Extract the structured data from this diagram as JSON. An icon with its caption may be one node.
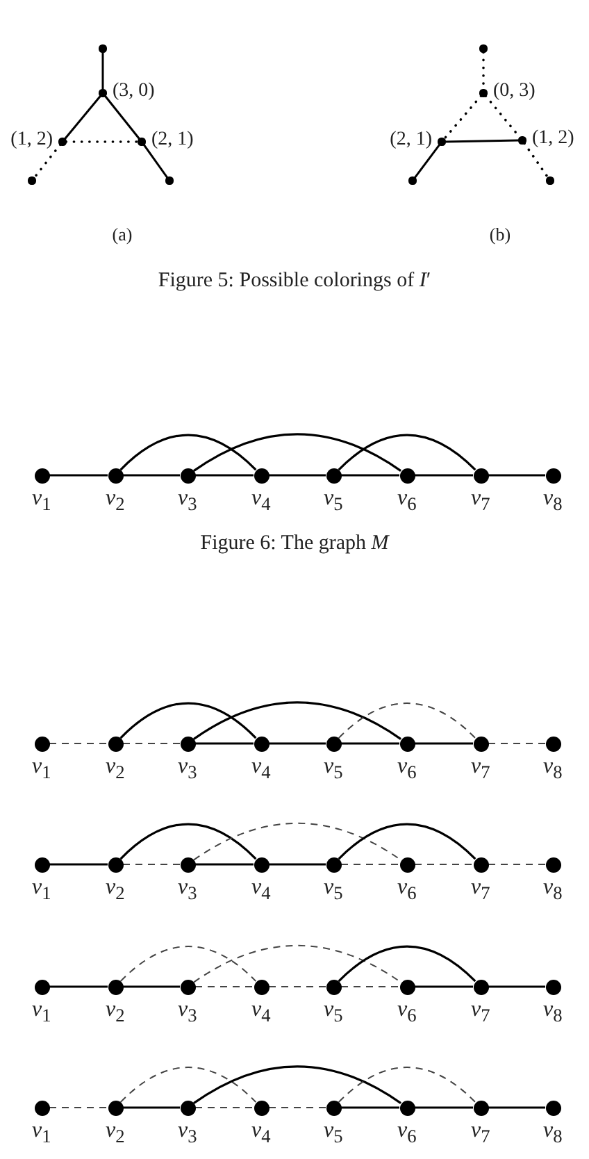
{
  "diagram": {
    "nodes": [
      {
        "text": [],
        "shape": "circle"
      },
      {
        "text": [],
        "shape": "circle",
        "beside": [
          "(3, 0)"
        ]
      },
      {
        "text": [],
        "shape": "circle",
        "beside": [
          "(1, 2)"
        ]
      },
      {
        "text": [],
        "shape": "circle",
        "beside": [
          "(2, 1)"
        ]
      },
      {
        "text": [],
        "shape": "circle"
      },
      {
        "text": [],
        "shape": "circle"
      },
      {
        "text": [],
        "shape": "circle"
      },
      {
        "text": [],
        "shape": "circle",
        "beside": [
          "(0, 3)"
        ]
      },
      {
        "text": [],
        "shape": "circle",
        "beside": [
          "(2, 1)"
        ]
      },
      {
        "text": [],
        "shape": "circle",
        "beside": [
          "(1, 2)"
        ]
      },
      {
        "text": [],
        "shape": "circle"
      },
      {
        "text": [],
        "shape": "circle"
      },
      {
        "text": [],
        "shape": "circle",
        "beside": [
          "*v*$_{1}$"
        ]
      },
      {
        "text": [],
        "shape": "circle",
        "beside": [
          "*v*$_{2}$"
        ]
      },
      {
        "text": [],
        "shape": "circle",
        "beside": [
          "*v*$_{3}$"
        ]
      },
      {
        "text": [],
        "shape": "circle",
        "beside": [
          "*v*$_{4}$"
        ]
      },
      {
        "text": [],
        "shape": "circle",
        "beside": [
          "*v*$_{5}$"
        ]
      },
      {
        "text": [],
        "shape": "circle",
        "beside": [
          "*v*$_{6}$"
        ]
      },
      {
        "text": [],
        "shape": "circle",
        "beside": [
          "*v*$_{7}$"
        ]
      },
      {
        "text": [],
        "shape": "circle",
        "beside": [
          "*v*$_{8}$"
        ]
      },
      {
        "text": [],
        "shape": "circle",
        "beside": [
          "*v*$_{1}$"
        ]
      },
      {
        "text": [],
        "shape": "circle",
        "beside": [
          "*v*$_{2}$"
        ]
      },
      {
        "text": [],
        "shape": "circle",
        "beside": [
          "*v*$_{3}$"
        ]
      },
      {
        "text": [],
        "shape": "circle",
        "beside": [
          "*v*$_{4}$"
        ]
      },
      {
        "text": [],
        "shape": "circle",
        "beside": [
          "*v*$_{5}$"
        ]
      },
      {
        "text": [],
        "shape": "circle",
        "beside": [
          "*v*$_{6}$"
        ]
      },
      {
        "text": [],
        "shape": "circle",
        "beside": [
          "*v*$_{7}$"
        ]
      },
      {
        "text": [],
        "shape": "circle",
        "beside": [
          "*v*$_{8}$"
        ]
      },
      {
        "text": [],
        "shape": "circle",
        "beside": [
          "*v*$_{1}$"
        ]
      },
      {
        "text": [],
        "shape": "circle",
        "beside": [
          "*v*$_{2}$"
        ]
      },
      {
        "text": [],
        "shape": "circle",
        "beside": [
          "*v*$_{3}$"
        ]
      },
      {
        "text": [],
        "shape": "circle",
        "beside": [
          "*v*$_{4}$"
        ]
      },
      {
        "text": [],
        "shape": "circle",
        "beside": [
          "*v*$_{5}$"
        ]
      },
      {
        "text": [],
        "shape": "circle",
        "beside": [
          "*v*$_{6}$"
        ]
      },
      {
        "text": [],
        "shape": "circle",
        "beside": [
          "*v*$_{7}$"
        ]
      },
      {
        "text": [],
        "shape": "circle",
        "beside": [
          "*v*$_{8}$"
        ]
      },
      {
        "text": [],
        "shape": "circle",
        "beside": [
          "*v*$_{1}$"
        ]
      },
      {
        "text": [],
        "shape": "circle",
        "beside": [
          "*v*$_{2}$"
        ]
      },
      {
        "text": [],
        "shape": "circle",
        "beside": [
          "*v*$_{3}$"
        ]
      },
      {
        "text": [],
        "shape": "circle",
        "beside": [
          "*v*$_{4}$"
        ]
      },
      {
        "text": [],
        "shape": "circle",
        "beside": [
          "*v*$_{5}$"
        ]
      },
      {
        "text": [],
        "shape": "circle",
        "beside": [
          "*v*$_{6}$"
        ]
      },
      {
        "text": [],
        "shape": "circle",
        "beside": [
          "*v*$_{7}$"
        ]
      },
      {
        "text": [],
        "shape": "circle",
        "beside": [
          "*v*$_{8}$"
        ]
      },
      {
        "text": [],
        "shape": "circle",
        "beside": [
          "*v*$_{1}$"
        ]
      },
      {
        "text": [],
        "shape": "circle",
        "beside": [
          "*v*$_{2}$"
        ]
      },
      {
        "text": [],
        "shape": "circle",
        "beside": [
          "*v*$_{3}$"
        ]
      },
      {
        "text": [],
        "shape": "circle",
        "beside": [
          "*v*$_{4}$"
        ]
      },
      {
        "text": [],
        "shape": "circle",
        "beside": [
          "*v*$_{5}$"
        ]
      },
      {
        "text": [],
        "shape": "circle",
        "beside": [
          "*v*$_{6}$"
        ]
      },
      {
        "text": [],
        "shape": "circle",
        "beside": [
          "*v*$_{7}$"
        ]
      },
      {
        "text": [],
        "shape": "circle",
        "beside": [
          "*v*$_{8}$"
        ]
      }
    ],
    "edges": [
      {
        "from": 0,
        "to": 1,
        "arrow": "none"
      },
      {
        "from": 1,
        "to": 2,
        "arrow": "none"
      },
      {
        "from": 1,
        "to": 3,
        "arrow": "none"
      },
      {
        "from": 2,
        "to": 3,
        "arrow": "none",
        "style": "dashed"
      },
      {
        "from": 2,
        "to": 4,
        "arrow": "none",
        "style": "dashed"
      },
      {
        "from": 3,
        "to": 5,
        "arrow": "none"
      },
      {
        "from": 6,
        "to": 7,
        "arrow": "none",
        "style": "dashed"
      },
      {
        "from": 7,
        "to": 8,
        "arrow": "none",
        "style": "dashed"
      },
      {
        "from": 7,
        "to": 9,
        "arrow": "none",
        "style": "dashed"
      },
      {
        "from": 8,
        "to": 9,
        "arrow": "none"
      },
      {
        "from": 8,
        "to": 10,
        "arrow": "none"
      },
      {
        "from": 9,
        "to": 11,
        "arrow": "none",
        "style": "dashed"
      },
      {
        "from": 12,
        "to": 13,
        "arrow": "none"
      },
      {
        "from": 13,
        "to": 14,
        "arrow": "none"
      },
      {
        "from": 14,
        "to": 15,
        "arrow": "none"
      },
      {
        "from": 15,
        "to": 16,
        "arrow": "none"
      },
      {
        "from": 16,
        "to": 17,
        "arrow": "none"
      },
      {
        "from": 17,
        "to": 18,
        "arrow": "none"
      },
      {
        "from": 18,
        "to": 19,
        "arrow": "none"
      },
      {
        "from": 13,
        "to": 15,
        "arrow": "none"
      },
      {
        "from": 14,
        "to": 17,
        "arrow": "none"
      },
      {
        "from": 16,
        "to": 18,
        "arrow": "none"
      },
      {
        "from": 20,
        "to": 21,
        "arrow": "none",
        "style": "dashed"
      },
      {
        "from": 21,
        "to": 22,
        "arrow": "none",
        "style": "dashed"
      },
      {
        "from": 22,
        "to": 23,
        "arrow": "none"
      },
      {
        "from": 23,
        "to": 24,
        "arrow": "none"
      },
      {
        "from": 24,
        "to": 25,
        "arrow": "none"
      },
      {
        "from": 25,
        "to": 26,
        "arrow": "none"
      },
      {
        "from": 26,
        "to": 27,
        "arrow": "none",
        "style": "dashed"
      },
      {
        "from": 21,
        "to": 23,
        "arrow": "none"
      },
      {
        "from": 22,
        "to": 25,
        "arrow": "none"
      },
      {
        "from": 24,
        "to": 26,
        "arrow": "none",
        "style": "dashed"
      },
      {
        "from": 28,
        "to": 29,
        "arrow": "none"
      },
      {
        "from": 29,
        "to": 30,
        "arrow": "none",
        "style": "dashed"
      },
      {
        "from": 30,
        "to": 31,
        "arrow": "none"
      },
      {
        "from": 31,
        "to": 32,
        "arrow": "none"
      },
      {
        "from": 32,
        "to": 33,
        "arrow": "none",
        "style": "dashed"
      },
      {
        "from": 33,
        "to": 34,
        "arrow": "none",
        "style": "dashed"
      },
      {
        "from": 34,
        "to": 35,
        "arrow": "none",
        "style": "dashed"
      },
      {
        "from": 29,
        "to": 31,
        "arrow": "none"
      },
      {
        "from": 30,
        "to": 33,
        "arrow": "none",
        "style": "dashed"
      },
      {
        "from": 32,
        "to": 34,
        "arrow": "none"
      },
      {
        "from": 36,
        "to": 37,
        "arrow": "none"
      },
      {
        "from": 37,
        "to": 38,
        "arrow": "none"
      },
      {
        "from": 38,
        "to": 39,
        "arrow": "none",
        "style": "dashed"
      },
      {
        "from": 39,
        "to": 40,
        "arrow": "none",
        "style": "dashed"
      },
      {
        "from": 40,
        "to": 41,
        "arrow": "none",
        "style": "dashed"
      },
      {
        "from": 41,
        "to": 42,
        "arrow": "none"
      },
      {
        "from": 42,
        "to": 43,
        "arrow": "none"
      },
      {
        "from": 37,
        "to": 39,
        "arrow": "none",
        "style": "dashed"
      },
      {
        "from": 38,
        "to": 41,
        "arrow": "none",
        "style": "dashed"
      },
      {
        "from": 40,
        "to": 42,
        "arrow": "none"
      },
      {
        "from": 44,
        "to": 45,
        "arrow": "none",
        "style": "dashed"
      },
      {
        "from": 45,
        "to": 46,
        "arrow": "none"
      },
      {
        "from": 46,
        "to": 47,
        "arrow": "none",
        "style": "dashed"
      },
      {
        "from": 47,
        "to": 48,
        "arrow": "none",
        "style": "dashed"
      },
      {
        "from": 48,
        "to": 49,
        "arrow": "none"
      },
      {
        "from": 49,
        "to": 50,
        "arrow": "none"
      },
      {
        "from": 50,
        "to": 51,
        "arrow": "none"
      },
      {
        "from": 45,
        "to": 47,
        "arrow": "none",
        "style": "dashed"
      },
      {
        "from": 46,
        "to": 49,
        "arrow": "none"
      },
      {
        "from": 48,
        "to": 50,
        "arrow": "none",
        "style": "dashed"
      }
    ],
    "labels": [
      "(a)",
      "(b)",
      "Figure 5: Possible colorings of *I*′",
      "Figure 6: The graph *M*"
    ]
  }
}
